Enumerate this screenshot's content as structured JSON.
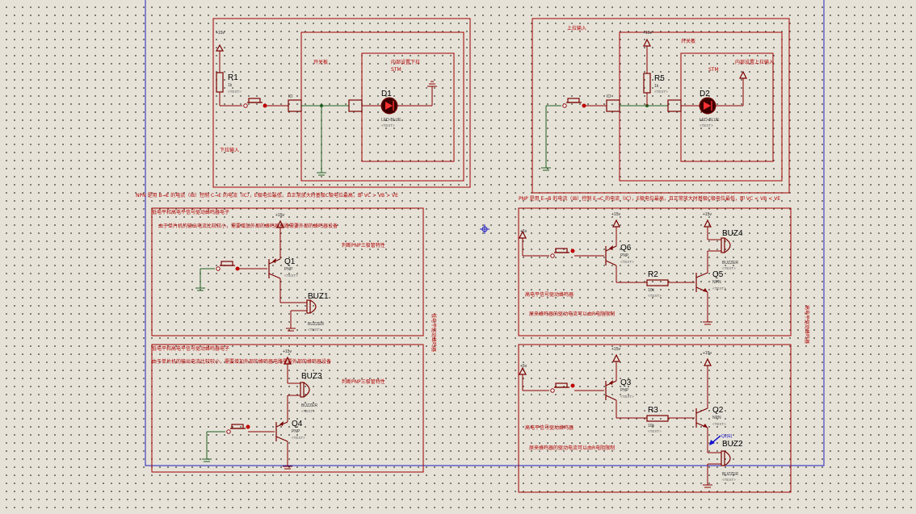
{
  "power": {
    "v15": "+15v",
    "v5": "+5v"
  },
  "top_left": {
    "note_kaiguan": "开关板",
    "note_inner": "内部设置下拉",
    "note_stm": "STM",
    "note_xiala": "下拉输入",
    "r1_ref": "R1",
    "r1_val": "1k",
    "text": "<TEXT>",
    "io_label": "IO",
    "d1_ref": "D1",
    "d1_type": "LED-BLUE"
  },
  "top_right": {
    "note_shangla": "上拉输入",
    "note_kaiguan": "开关板",
    "note_stm": "STM",
    "note_inner": "内部设置上拉输入",
    "r5_ref": "R5",
    "r5_val": "1k",
    "io_label": "IO",
    "d2_ref": "D2",
    "d2_type": "LED-BLUE"
  },
  "captions": {
    "npn": "NPN 是用 B→E 的电流（IB）控制 C→E 的电流（IC），E极电位最低，且正常放大时基极C极电位最高，即 VC > VB > VE",
    "pnp": "PNP 是用 E→B 的电流（IB）控制 E→C 的电流（IC），E极电位最高，且正常放大时基极C极电位最低，即 VC < VB < VE"
  },
  "mid_left": {
    "note1": "低电平和高电平信号驱动蜂鸣器电子",
    "note2": "由于单片机的输出电流比较较小，需要增加外部的蜂鸣器电路需要外部的蜂鸣器设备",
    "note3": "判断PNP三极管特性",
    "q1_ref": "Q1",
    "q1_type": "PNP",
    "buz1_ref": "BUZ1",
    "buz_type": "BUZZER"
  },
  "bot_left": {
    "note1": "低电平和高电平信号驱动蜂鸣器电子",
    "note2": "由于单片机的输出电流比较较小，需要增加外部的蜂鸣器电路需要外部的蜂鸣器设备",
    "note3": "判断PNP三极管特性",
    "buz3_ref": "BUZ3",
    "q4_ref": "Q4",
    "q4_type": "PNP"
  },
  "mid_right": {
    "q6_ref": "Q6",
    "q6_type": "PNP",
    "r2_ref": "R2",
    "r2_val": "10k",
    "q5_ref": "Q5",
    "q5_type": "NPN",
    "buz4_ref": "BUZ4",
    "note1": "高电平信号驱动蜂鸣器",
    "note2": "原来蜂鸣器的驱动电流可以由R电阻限制"
  },
  "bot_right": {
    "q3_ref": "Q3",
    "q3_type": "PNP",
    "r3_ref": "R3",
    "r3_val": "10k",
    "q2_ref": "Q2",
    "q2_type": "NPN",
    "q2e_label": "Q2(E)",
    "buz2_ref": "BUZ2",
    "note1": "高电平信号驱动蜂鸣器",
    "note2": "原来蜂鸣器的驱动电流可以由R电阻限制"
  },
  "vertical_notes": {
    "left": "低电平驱动蜂鸣器",
    "right": "高电平驱动蜂鸣器"
  }
}
